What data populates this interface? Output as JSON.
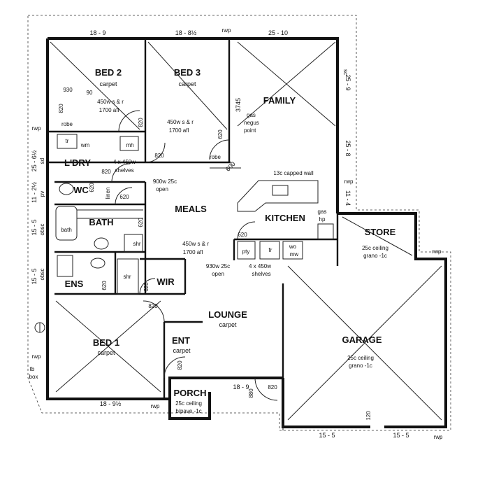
{
  "rooms": {
    "bed2": {
      "name": "BED 2",
      "floor": "carpet"
    },
    "bed3": {
      "name": "BED 3",
      "floor": "carpet"
    },
    "family": {
      "name": "FAMILY"
    },
    "laundry": {
      "name": "L'DRY"
    },
    "wc": {
      "name": "WC"
    },
    "meals": {
      "name": "MEALS"
    },
    "kitchen": {
      "name": "KITCHEN"
    },
    "bath": {
      "name": "BATH"
    },
    "ens": {
      "name": "ENS"
    },
    "wir": {
      "name": "WIR"
    },
    "store": {
      "name": "STORE",
      "ceiling": "25c ceiling",
      "finish": "grano -1c"
    },
    "lounge": {
      "name": "LOUNGE",
      "floor": "carpet"
    },
    "bed1": {
      "name": "BED 1",
      "floor": "carpet"
    },
    "ent": {
      "name": "ENT",
      "floor": "carpet"
    },
    "garage": {
      "name": "GARAGE",
      "ceiling": "25c ceiling",
      "finish": "grano -1c"
    },
    "porch": {
      "name": "PORCH",
      "ceiling": "25c ceiling",
      "finish": "b/pave -1c"
    }
  },
  "dimensions": {
    "top_bed2": "18 - 9",
    "top_bed3": "18 - 8½",
    "top_family": "25 - 10",
    "left_upper": "25 - 6½",
    "left_mid": "11 - 2½",
    "left_bath": "15 - 5",
    "left_ens": "15 - 5",
    "right_upper": "25 - 9",
    "right_mid": "25 - 8",
    "right_lower": "11 - 4",
    "bottom_bed1": "18 - 9½",
    "bottom_lounge": "18 - 9",
    "bottom_garage_left": "15 - 5",
    "bottom_garage_right": "15 - 5",
    "meals_height": "3745",
    "kitchen_step": "600"
  },
  "notes": {
    "d930": "930",
    "d90": "90",
    "d820": "820",
    "d620": "620",
    "d120": "120",
    "d880": "880",
    "robe": "robe",
    "bed2_robe": "450w s & r",
    "bed2_robe_height": "1700 afl",
    "bed3_robe": "450w s & r",
    "bed3_robe_height": "1700 afl",
    "gas": "gas",
    "gas_neg": "negus",
    "gas_point": "point",
    "wm": "wm",
    "tr": "tr",
    "mh": "mh",
    "shelves1": "4 x 450w",
    "shelves1b": "shelves",
    "linen": "linen",
    "open1": "900w 25c",
    "open1b": "open",
    "capped_wall": "13c capped wall",
    "gas_hp": "gas",
    "gas_hp2": "hp",
    "pty": "pty",
    "fr": "fr",
    "wo": "wo",
    "mw": "mw",
    "shr": "shr",
    "meals_sr": "450w s & r",
    "meals_sr_h": "1700 afl",
    "open2": "930w 25c",
    "open2b": "open",
    "shelves2": "4 x 450w",
    "shelves2b": "shelves",
    "bath_label": "bath",
    "rwp": "rwp",
    "sd": "sd",
    "pv": "pv",
    "obsc": "obsc",
    "tb": "tb",
    "box": "box",
    "sc": "sc"
  }
}
